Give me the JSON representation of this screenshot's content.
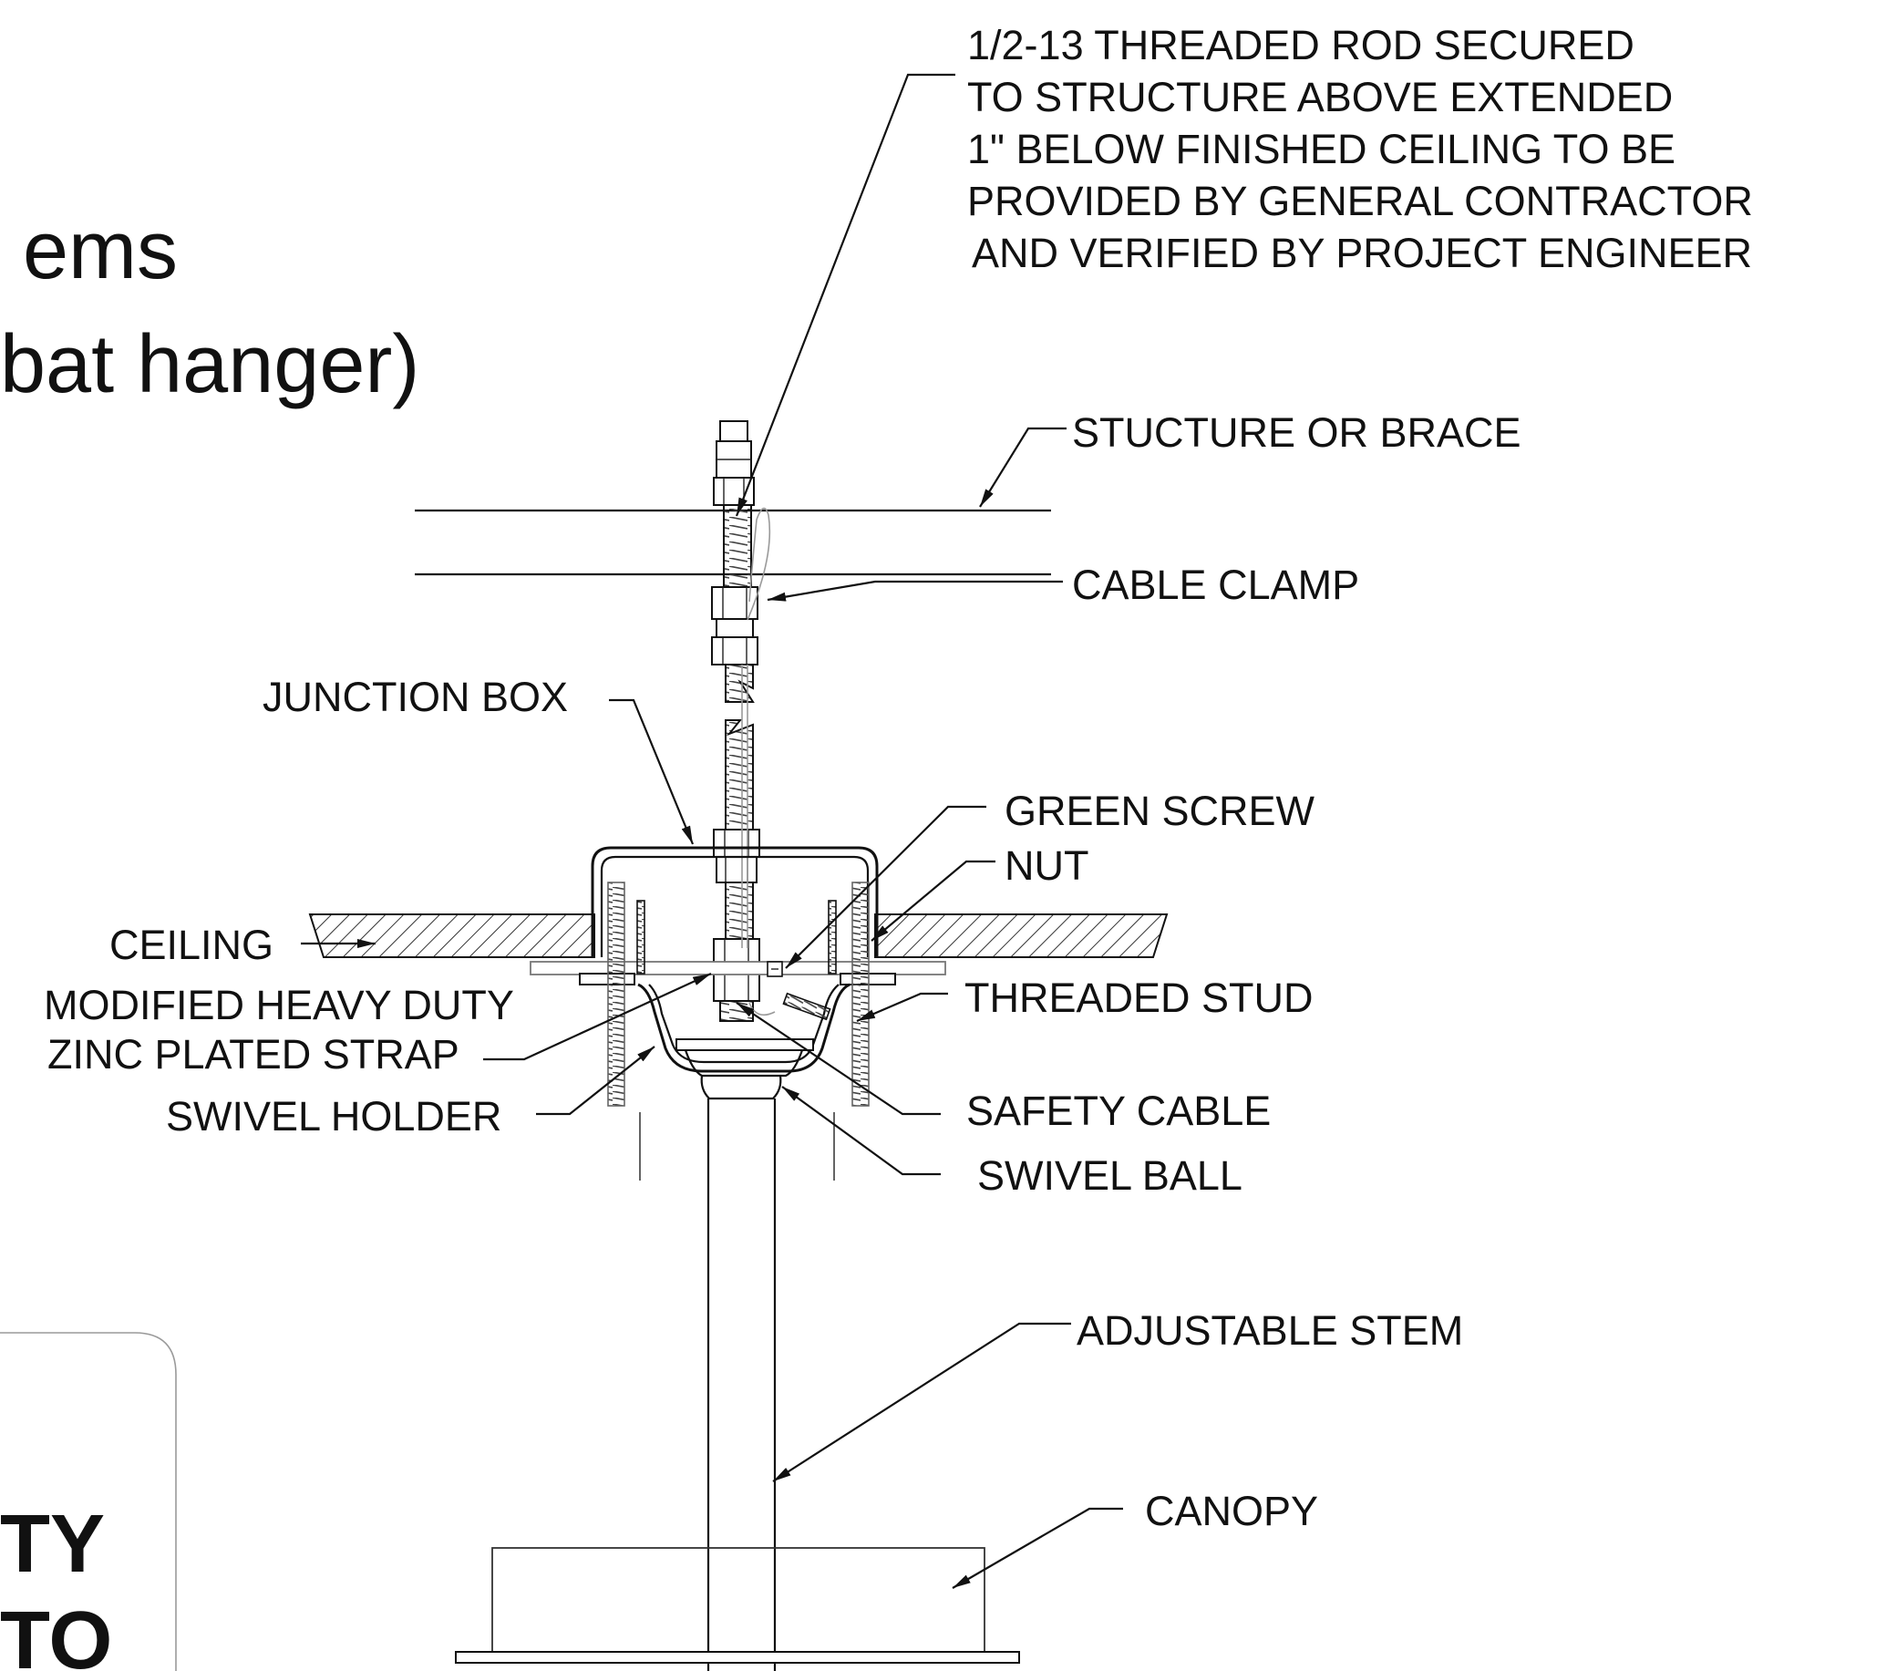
{
  "title": {
    "line1": "ems",
    "line2": "bat hanger)"
  },
  "notice": {
    "line1": "TY",
    "line2": "TO"
  },
  "labels": {
    "threaded_rod": [
      "1/2-13 THREADED ROD SECURED",
      "TO STRUCTURE ABOVE EXTENDED",
      "1\" BELOW FINISHED CEILING TO BE",
      "PROVIDED BY GENERAL CONTRACTOR",
      "AND VERIFIED BY PROJECT ENGINEER"
    ],
    "structure": "STUCTURE OR BRACE",
    "cable_clamp": "CABLE CLAMP",
    "junction_box": "JUNCTION BOX",
    "green_screw": "GREEN SCREW",
    "nut": "NUT",
    "ceiling": "CEILING",
    "strap": [
      "MODIFIED HEAVY DUTY",
      "ZINC PLATED STRAP"
    ],
    "threaded_stud": "THREADED STUD",
    "swivel_holder": "SWIVEL HOLDER",
    "safety_cable": "SAFETY CABLE",
    "swivel_ball": "SWIVEL BALL",
    "adjustable_stem": "ADJUSTABLE STEM",
    "canopy": "CANOPY"
  }
}
